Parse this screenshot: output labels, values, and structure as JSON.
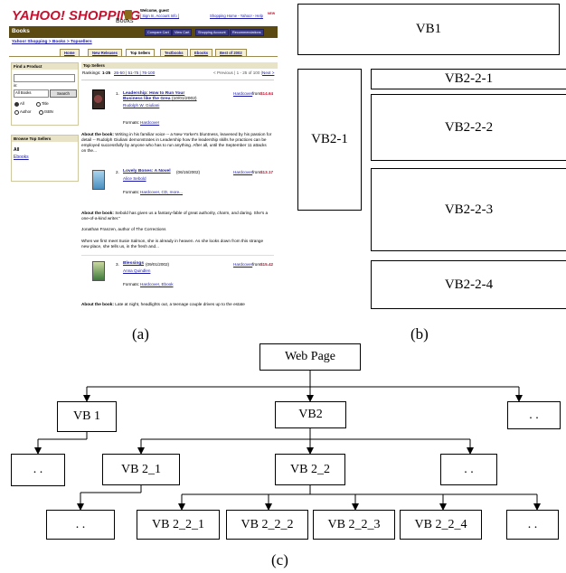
{
  "screenshot": {
    "logo_text": "YAHOO! SHOPPING",
    "logo_sub": "Books",
    "welcome": "Welcome, guest",
    "signin_links": "[ Sign In, Account Info ]",
    "top_links": "Shopping Home - Yahoo! - Help",
    "new_badge": "NEW",
    "section_title": "Books",
    "header_buttons": [
      "Compare Cart",
      "View Cart",
      "Shopping Account",
      "Recommendations"
    ],
    "breadcrumb": "Yahoo! Shopping > Books > Topsellers",
    "tabs": [
      {
        "label": "Home",
        "active": false
      },
      {
        "label": "New Releases",
        "active": false
      },
      {
        "label": "Top Sellers",
        "active": true
      },
      {
        "label": "Textbooks",
        "active": false
      },
      {
        "label": "Ebooks",
        "active": false
      },
      {
        "label": "Best of 2002",
        "active": false
      }
    ],
    "find_product": {
      "title": "Find a Product",
      "in_label": "in:",
      "select_value": "All Books",
      "search_button": "Search",
      "radios": [
        "All",
        "Title",
        "Author",
        "ISBN"
      ]
    },
    "browse": {
      "title": "Browse Top Sellers",
      "items": [
        "All",
        "Ebooks"
      ]
    },
    "topsellers": {
      "title": "Top Sellers",
      "rankings_label": "Rankings:",
      "rankings_current": "1-25",
      "rankings_links": "26-50 | 51-75 | 76-100",
      "pager": "< Previous | 1 - 25 of 100 |",
      "pager_next": "Next >"
    },
    "books": [
      {
        "rank": "1.",
        "title": "Leadership: How to Run Your Business like the Grea",
        "date": "(10/01/2002)",
        "author": "Rudolph W. Giuliani",
        "format_label": "Formats:",
        "formats": "Hardcover",
        "price_fmt": "Hardcover",
        "price_from": "from:",
        "price": "$14.64",
        "about_label": "About the book:",
        "about": "Writing in his familiar voice -- a New Yorker's bluntness, leavened by his passion for detail -- Rudolph Giuliani demonstrates in Leadership how the leadership skills he practices can be employed successfully by anyone who has to run anything. After all, until the September 11 attacks on the...",
        "cover_color": "#3b2a24"
      },
      {
        "rank": "2.",
        "title": "Lovely Bones: A Novel",
        "date": "(06/15/2002)",
        "author": "Alice Sebold",
        "format_label": "Formats:",
        "formats": "Hardcover, CD, more...",
        "price_fmt": "Hardcover",
        "price_from": "from:",
        "price": "$13.17",
        "about_label": "About the book:",
        "about": "Sebold has given us a fantasy-fable of great authority, charm, and daring. She's a one-of-a-kind writer.\"",
        "quote_author": "Jonathan Franzen, author of The Corrections",
        "about2": "When we first meet Susie Salmon, she is already in heaven. As she looks down from this strange new place, she tells us, in the fresh and...",
        "cover_color": "#4a8fc0"
      },
      {
        "rank": "3.",
        "title": "Blessings",
        "date": "(09/01/2002)",
        "author": "Anna Quindlen",
        "format_label": "Formats:",
        "formats": "Hardcover, Ebook",
        "price_fmt": "Hardcover",
        "price_from": "from:",
        "price": "$15.42",
        "about_label": "About the book:",
        "about": "Late at night, headlights out, a teenage couple drives up to the estate",
        "cover_color": "#3e7a3a"
      }
    ]
  },
  "blocks": {
    "vb1": "VB1",
    "vb2_1": "VB2-1",
    "vb2_2_1": "VB2-2-1",
    "vb2_2_2": "VB2-2-2",
    "vb2_2_3": "VB2-2-3",
    "vb2_2_4": "VB2-2-4"
  },
  "captions": {
    "a": "(a)",
    "b": "(b)",
    "c": "(c)"
  },
  "tree": {
    "root": "Web Page",
    "level1": [
      "VB 1",
      "VB2",
      ". ."
    ],
    "vb1_children": [
      ". ."
    ],
    "vb2_children": [
      "VB 2_1",
      "VB 2_2",
      ". ."
    ],
    "vb2_1_children": [
      ". ."
    ],
    "vb2_2_children": [
      "VB 2_2_1",
      "VB 2_2_2",
      "VB 2_2_3",
      "VB 2_2_4",
      ". ."
    ]
  }
}
